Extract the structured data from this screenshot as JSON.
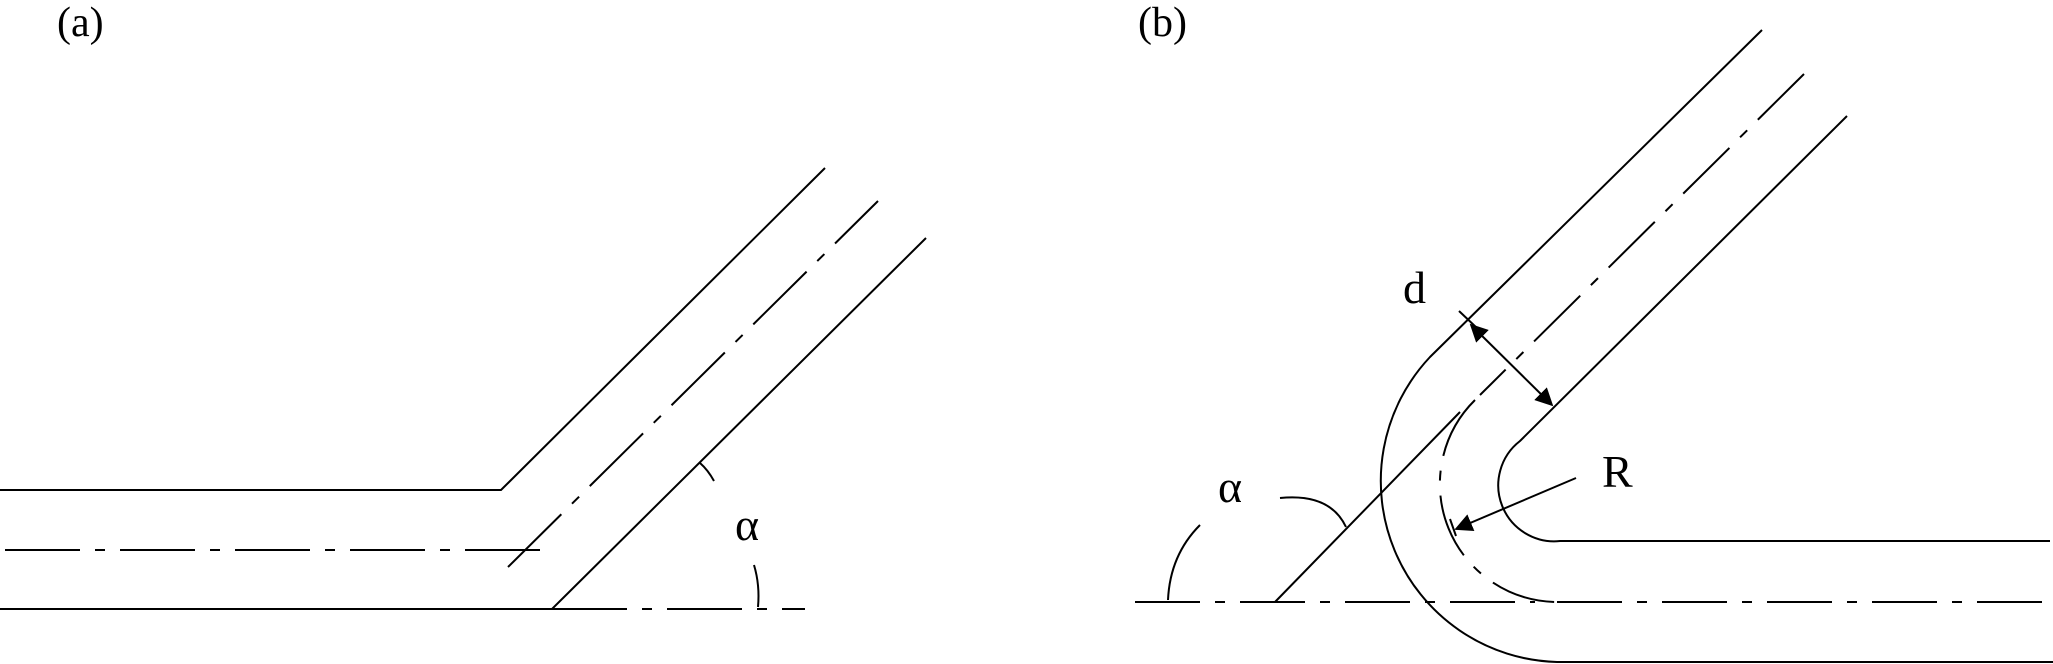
{
  "panel_a": {
    "label": "(a)",
    "angle_symbol": "α"
  },
  "panel_b": {
    "label": "(b)",
    "angle_symbol": "α",
    "diameter_symbol": "d",
    "radius_symbol": "R"
  },
  "colors": {
    "stroke": "#000000",
    "background": "#ffffff"
  }
}
